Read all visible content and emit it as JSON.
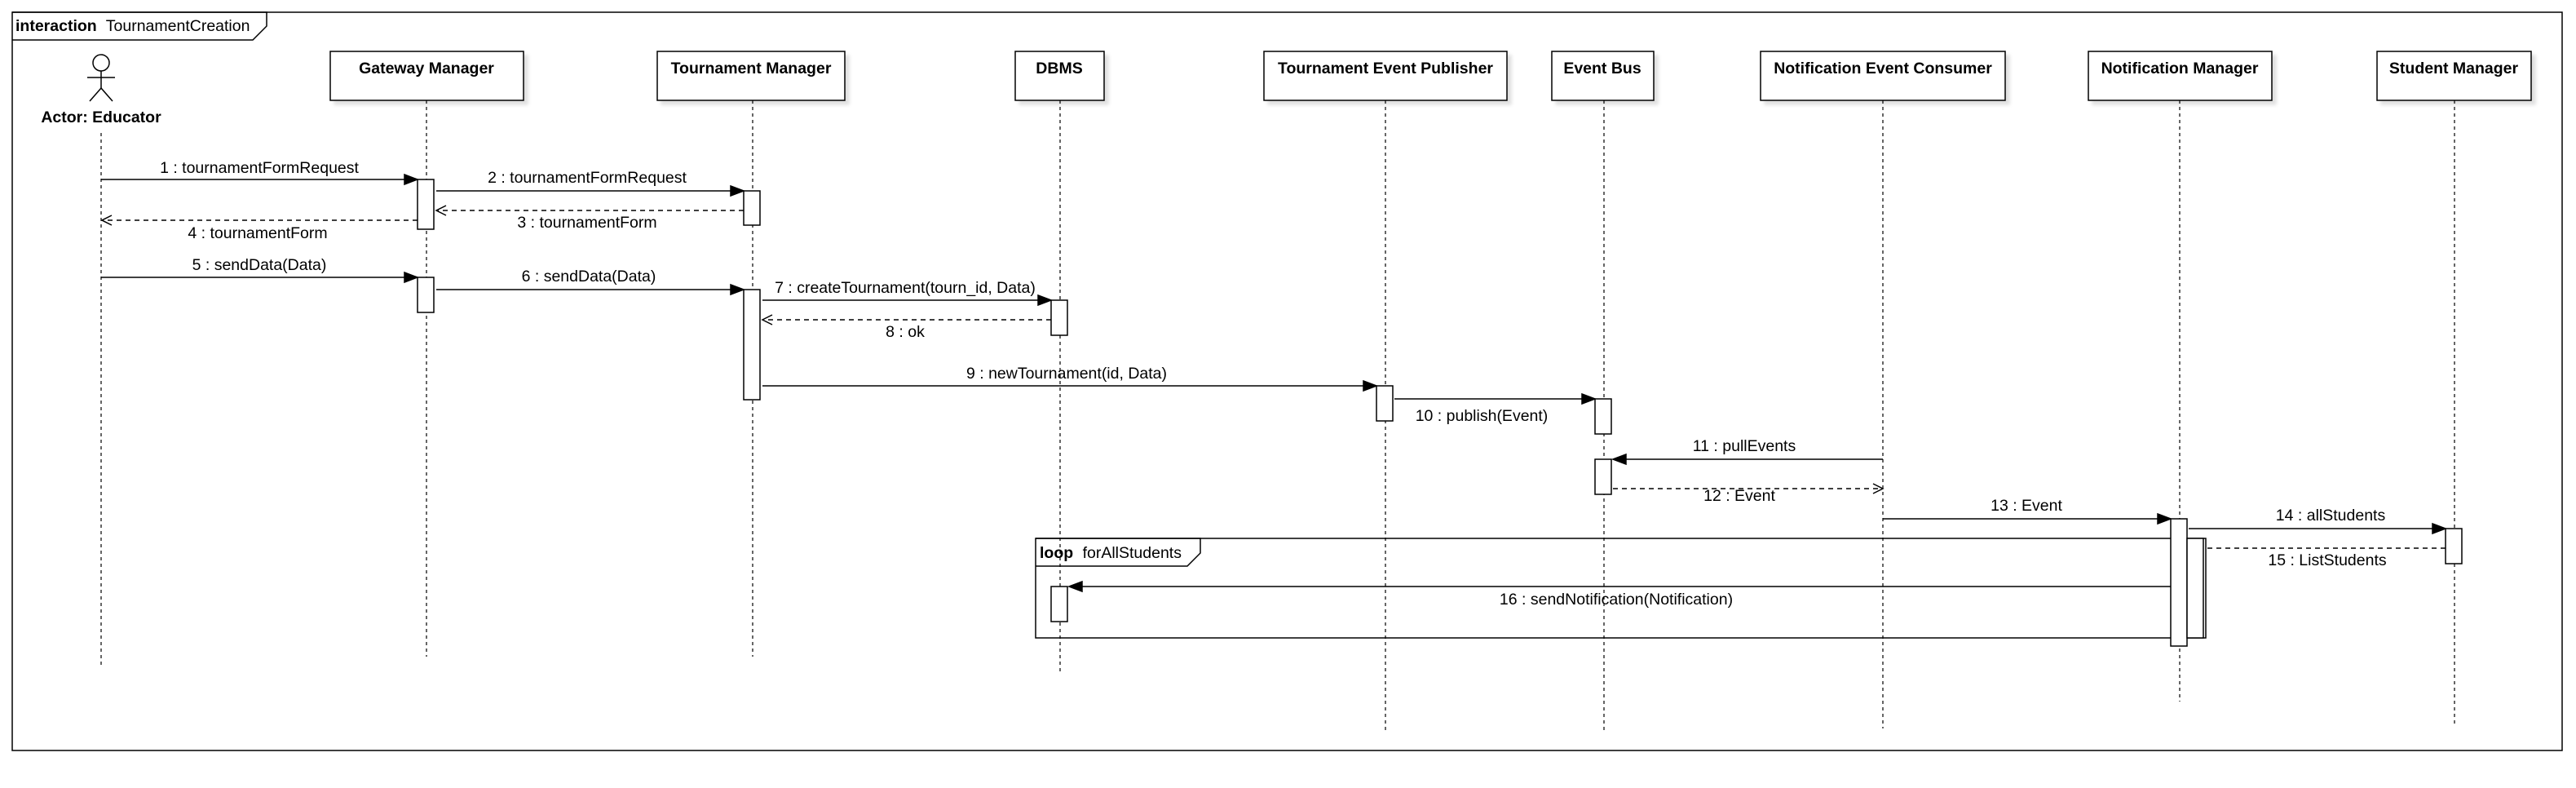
{
  "frame": {
    "keyword": "interaction",
    "name": "TournamentCreation"
  },
  "actor": {
    "label": "Actor: Educator"
  },
  "lifelines": [
    {
      "id": "gateway",
      "label": "Gateway Manager"
    },
    {
      "id": "tournament",
      "label": "Tournament Manager"
    },
    {
      "id": "dbms",
      "label": "DBMS"
    },
    {
      "id": "publisher",
      "label": "Tournament Event Publisher"
    },
    {
      "id": "eventbus",
      "label": "Event Bus"
    },
    {
      "id": "consumer",
      "label": "Notification Event Consumer"
    },
    {
      "id": "notification",
      "label": "Notification Manager"
    },
    {
      "id": "student",
      "label": "Student Manager"
    }
  ],
  "messages": [
    {
      "label": "1 : tournamentFormRequest",
      "from": "actor",
      "to": "gateway",
      "kind": "sync"
    },
    {
      "label": "2 : tournamentFormRequest",
      "from": "gateway",
      "to": "tournament",
      "kind": "sync"
    },
    {
      "label": "3 : tournamentForm",
      "from": "tournament",
      "to": "gateway",
      "kind": "reply"
    },
    {
      "label": "4 : tournamentForm",
      "from": "gateway",
      "to": "actor",
      "kind": "reply"
    },
    {
      "label": "5 : sendData(Data)",
      "from": "actor",
      "to": "gateway",
      "kind": "sync"
    },
    {
      "label": "6 : sendData(Data)",
      "from": "gateway",
      "to": "tournament",
      "kind": "sync"
    },
    {
      "label": "7 : createTournament(tourn_id, Data)",
      "from": "tournament",
      "to": "dbms",
      "kind": "sync"
    },
    {
      "label": "8 : ok",
      "from": "dbms",
      "to": "tournament",
      "kind": "reply"
    },
    {
      "label": "9 : newTournament(id, Data)",
      "from": "tournament",
      "to": "publisher",
      "kind": "sync"
    },
    {
      "label": "10 : publish(Event)",
      "from": "publisher",
      "to": "eventbus",
      "kind": "sync"
    },
    {
      "label": "11 : pullEvents",
      "from": "consumer",
      "to": "eventbus",
      "kind": "sync"
    },
    {
      "label": "12 : Event",
      "from": "eventbus",
      "to": "consumer",
      "kind": "reply"
    },
    {
      "label": "13 : Event",
      "from": "consumer",
      "to": "notification",
      "kind": "sync"
    },
    {
      "label": "14 : allStudents",
      "from": "notification",
      "to": "student",
      "kind": "sync"
    },
    {
      "label": "15 : ListStudents",
      "from": "student",
      "to": "notification",
      "kind": "reply"
    },
    {
      "label": "16 : sendNotification(Notification)",
      "from": "notification",
      "to": "dbms",
      "kind": "sync"
    }
  ],
  "fragments": [
    {
      "operator": "loop",
      "guard": "forAllStudents"
    }
  ]
}
